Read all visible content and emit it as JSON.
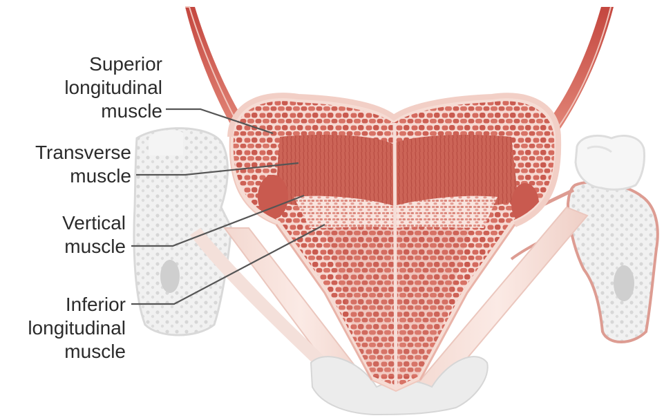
{
  "colors": {
    "muscle_dark": "#b5473f",
    "muscle_mid": "#d9776c",
    "muscle_light": "#f2c3b8",
    "membrane": "#f6dcd4",
    "bone_fill": "#eeeeee",
    "bone_dots": "#d3d3d3",
    "leader_line": "#555555",
    "label_text": "#2b2b2b"
  },
  "labels": {
    "superior": [
      "Superior",
      "longitudinal",
      "muscle"
    ],
    "transverse": [
      "Transverse",
      "muscle"
    ],
    "vertical": [
      "Vertical",
      "muscle"
    ],
    "inferior": [
      "Inferior",
      "longitudinal",
      "muscle"
    ]
  }
}
